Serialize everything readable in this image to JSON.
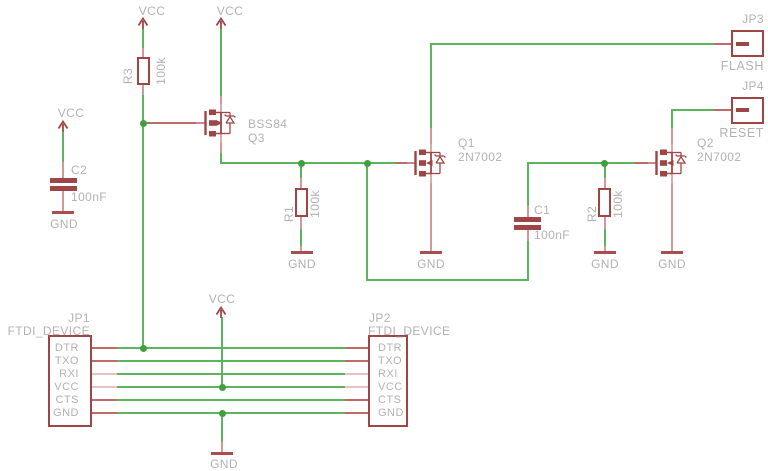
{
  "power": {
    "vcc_label": "VCC",
    "gnd_label": "GND"
  },
  "components": {
    "r1": {
      "name": "R1",
      "value": "100k"
    },
    "r2": {
      "name": "R2",
      "value": "100k"
    },
    "r3": {
      "name": "R3",
      "value": "100k"
    },
    "c1": {
      "name": "C1",
      "value": "100nF"
    },
    "c2": {
      "name": "C2",
      "value": "100nF"
    },
    "q1": {
      "name": "Q1",
      "value": "2N7002"
    },
    "q2": {
      "name": "Q2",
      "value": "2N7002"
    },
    "q3": {
      "name": "Q3",
      "value": "BSS84"
    },
    "jp1": {
      "name": "JP1",
      "value": "FTDI_DEVICE",
      "pins": [
        "DTR",
        "TXO",
        "RXI",
        "VCC",
        "CTS",
        "GND"
      ]
    },
    "jp2": {
      "name": "JP2",
      "value": "FTDI_DEVICE",
      "pins": [
        "DTR",
        "TXO",
        "RXI",
        "VCC",
        "CTS",
        "GND"
      ]
    },
    "jp3": {
      "name": "JP3",
      "value": "FLASH"
    },
    "jp4": {
      "name": "JP4",
      "value": "RESET"
    }
  },
  "colors": {
    "background": "#ffffff",
    "wire_green": "#5cb55c",
    "junction_green": "#3da23d",
    "symbol_red": "#a04545",
    "pin_lead_pink": "#d49898",
    "stub_red": "#c06a6a",
    "label_gray": "#b2b2b2"
  }
}
